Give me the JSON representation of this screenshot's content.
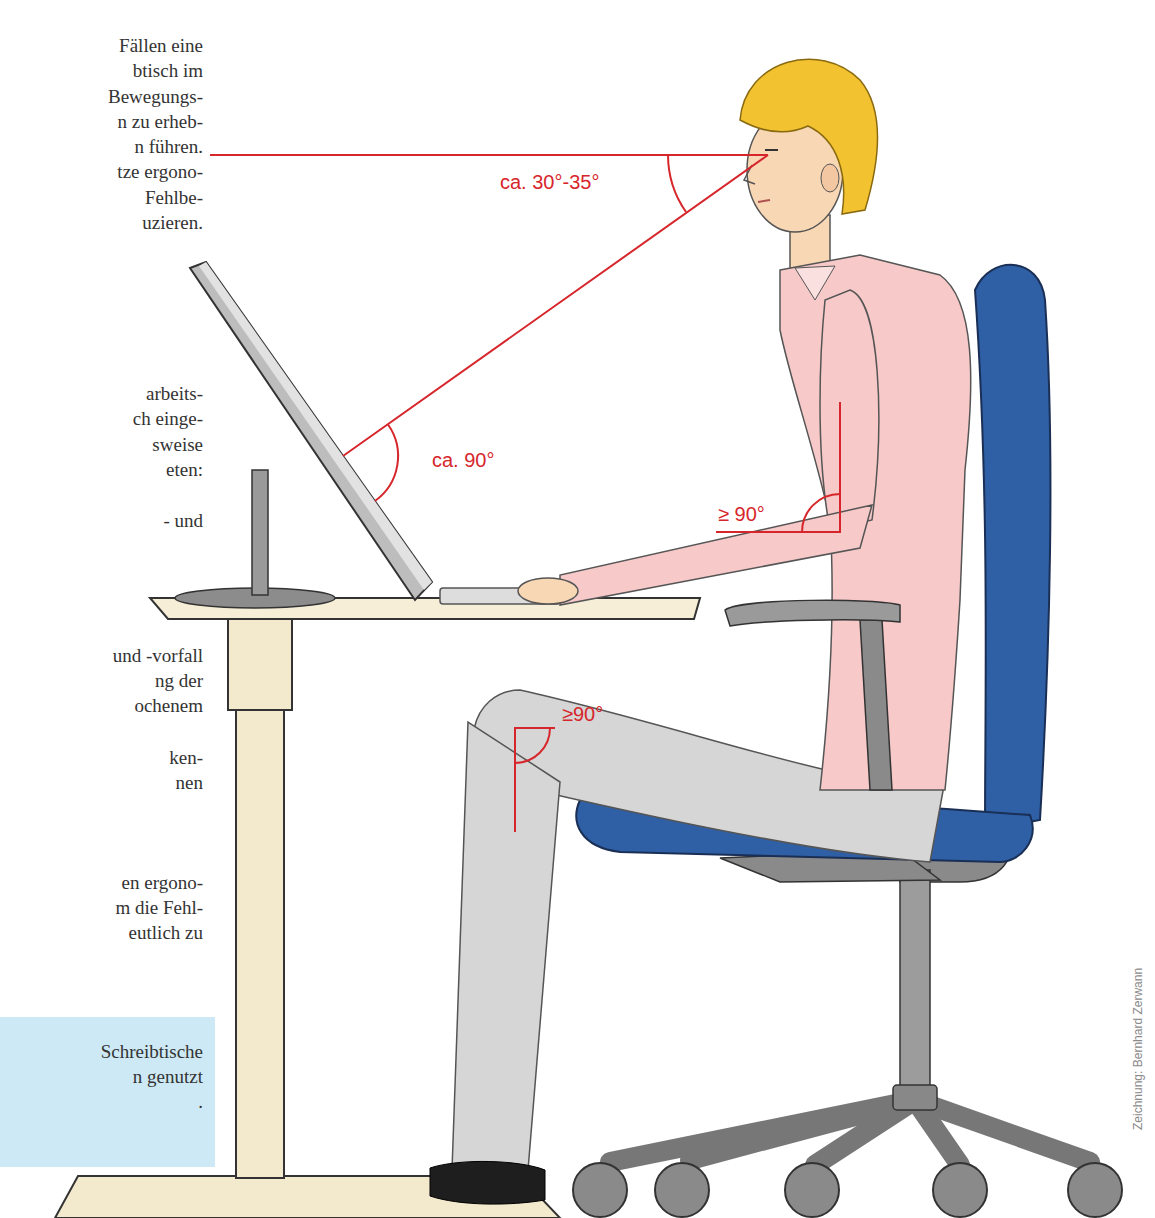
{
  "diagram": {
    "nodes": [
      {
        "text": [
          "Schreibtische",
          "n genutzt",
          "."
        ]
      }
    ],
    "labels": [
      "Fällen eine",
      "btisch im",
      "Bewegungs-",
      "n zu erheb-",
      "n führen.",
      "tze ergono-",
      "Fehlbe-",
      "uzieren.",
      "arbeits-",
      "ch einge-",
      "sweise",
      "eten:",
      "- und",
      "und -vorfall",
      "ng der",
      "ochenem",
      "ken-",
      "nen",
      "en ergono-",
      "m die Fehl-",
      "eutlich zu",
      "ca. 30°-35°",
      "ca. 90°",
      "≥ 90°",
      "≥90°",
      "Zeichnung: Bernhard Zerwann"
    ]
  }
}
